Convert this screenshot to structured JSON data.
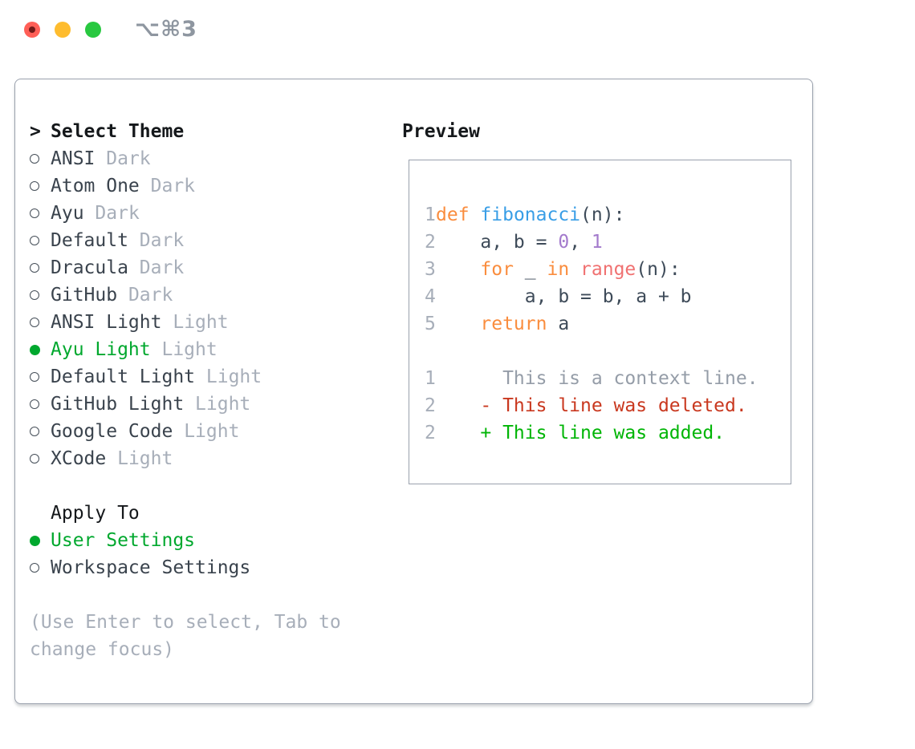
{
  "window": {
    "title": "⌥⌘3"
  },
  "theme_list": {
    "header_prefix": ">",
    "header": "Select Theme",
    "items": [
      {
        "name": "ANSI",
        "variant": "Dark",
        "selected": false
      },
      {
        "name": "Atom One",
        "variant": "Dark",
        "selected": false
      },
      {
        "name": "Ayu",
        "variant": "Dark",
        "selected": false
      },
      {
        "name": "Default",
        "variant": "Dark",
        "selected": false
      },
      {
        "name": "Dracula",
        "variant": "Dark",
        "selected": false
      },
      {
        "name": "GitHub",
        "variant": "Dark",
        "selected": false
      },
      {
        "name": "ANSI Light",
        "variant": "Light",
        "selected": false
      },
      {
        "name": "Ayu Light",
        "variant": "Light",
        "selected": true
      },
      {
        "name": "Default Light",
        "variant": "Light",
        "selected": false
      },
      {
        "name": "GitHub Light",
        "variant": "Light",
        "selected": false
      },
      {
        "name": "Google Code",
        "variant": "Light",
        "selected": false
      },
      {
        "name": "XCode",
        "variant": "Light",
        "selected": false
      }
    ]
  },
  "apply_to": {
    "header": "Apply To",
    "options": [
      {
        "label": "User Settings",
        "selected": true
      },
      {
        "label": "Workspace Settings",
        "selected": false
      }
    ]
  },
  "help_text": "(Use Enter to select, Tab to change focus)",
  "preview": {
    "header": "Preview",
    "code_lines": [
      {
        "num": "1",
        "tokens": [
          {
            "t": "def",
            "c": "keyword"
          },
          {
            "t": " "
          },
          {
            "t": "fibonacci",
            "c": "function"
          },
          {
            "t": "(n):"
          }
        ]
      },
      {
        "num": "2",
        "tokens": [
          {
            "t": "    a, b = "
          },
          {
            "t": "0",
            "c": "number"
          },
          {
            "t": ", "
          },
          {
            "t": "1",
            "c": "number"
          }
        ]
      },
      {
        "num": "3",
        "tokens": [
          {
            "t": "    "
          },
          {
            "t": "for",
            "c": "keyword"
          },
          {
            "t": " _ "
          },
          {
            "t": "in",
            "c": "keyword"
          },
          {
            "t": " "
          },
          {
            "t": "range",
            "c": "builtin"
          },
          {
            "t": "(n):"
          }
        ]
      },
      {
        "num": "4",
        "tokens": [
          {
            "t": "        a, b = b, a + b"
          }
        ]
      },
      {
        "num": "5",
        "tokens": [
          {
            "t": "    "
          },
          {
            "t": "return",
            "c": "keyword"
          },
          {
            "t": " a"
          }
        ]
      }
    ],
    "diff_lines": [
      {
        "num": "1",
        "text": "      This is a context line.",
        "kind": "context"
      },
      {
        "num": "2",
        "text": "    - This line was deleted.",
        "kind": "deleted"
      },
      {
        "num": "2",
        "text": "    + This line was added.",
        "kind": "added"
      }
    ]
  },
  "colors": {
    "accent_green": "#00a82e",
    "added": "#00b506",
    "deleted": "#c9381f",
    "keyword": "#fa8d3e",
    "function": "#399ee6",
    "number": "#a37acc",
    "builtin": "#f07171",
    "code_fg": "#3e4b59",
    "muted": "#a7aeb9",
    "tl_red": "#ff5f57",
    "tl_yellow": "#febc2e",
    "tl_green": "#28c840"
  }
}
